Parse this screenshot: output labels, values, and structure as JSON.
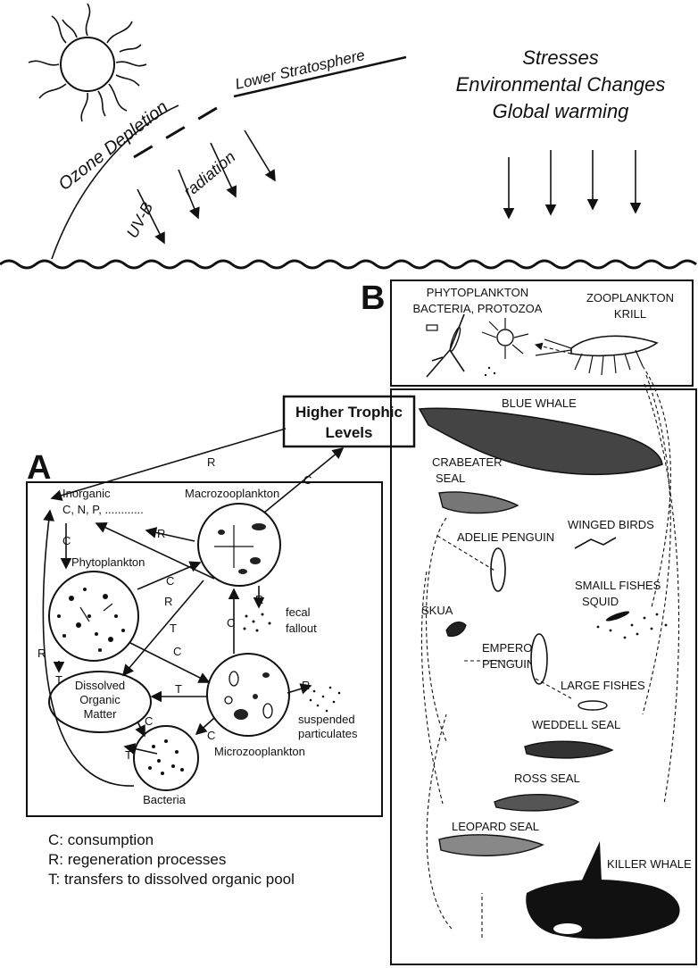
{
  "top": {
    "lower_stratosphere": "Lower Stratosphere",
    "ozone_depletion": "Ozone Depletion",
    "uvb": "UV-B",
    "radiation": "radiation",
    "stresses": "Stresses",
    "environmental_changes": "Environmental Changes",
    "global_warming": "Global warming"
  },
  "panel_a": {
    "label": "A",
    "higher_trophic_1": "Higher Trophic",
    "higher_trophic_2": "Levels",
    "inorganic_1": "Inorganic",
    "inorganic_2": "C, N, P, ............",
    "macrozooplankton": "Macrozooplankton",
    "phytoplankton": "Phytoplankton",
    "fecal_1": "fecal",
    "fecal_2": "fallout",
    "dissolved_1": "Dissolved",
    "dissolved_2": "Organic",
    "dissolved_3": "Matter",
    "suspended_1": "suspended",
    "suspended_2": "particulates",
    "microzooplankton": "Microzooplankton",
    "bacteria": "Bacteria",
    "flow_c": "C",
    "flow_r": "R",
    "flow_t": "T"
  },
  "legend": {
    "c": "C: consumption",
    "r": "R: regeneration processes",
    "t": "T: transfers to dissolved organic pool"
  },
  "panel_b": {
    "label": "B",
    "phyto_1": "PHYTOPLANKTON",
    "phyto_2": "BACTERIA, PROTOZOA",
    "zoo_1": "ZOOPLANKTON",
    "zoo_2": "KRILL",
    "blue_whale": "BLUE WHALE",
    "crabeater_1": "CRABEATER",
    "crabeater_2": "SEAL",
    "winged_birds": "WINGED BIRDS",
    "adelie": "ADELIE PENGUIN",
    "small_fishes_1": "SMAILL FISHES",
    "small_fishes_2": "SQUID",
    "skua": "SKUA",
    "emperor_1": "EMPEROR",
    "emperor_2": "PENGUIN",
    "large_fishes": "LARGE FISHES",
    "weddell": "WEDDELL SEAL",
    "ross": "ROSS SEAL",
    "leopard": "LEOPARD SEAL",
    "killer_whale": "KILLER WHALE"
  }
}
